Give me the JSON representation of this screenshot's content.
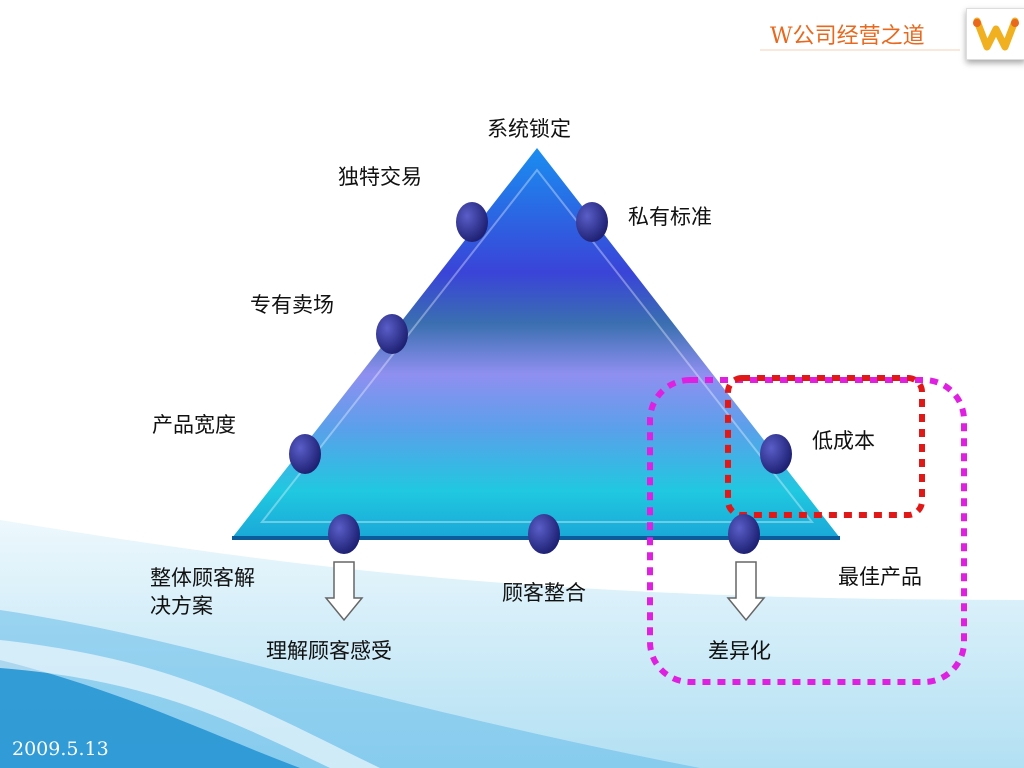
{
  "header": {
    "title": "W公司经营之道"
  },
  "footer": {
    "date": "2009.5.13"
  },
  "diagram": {
    "top": "系统锁定",
    "unique_trade": "独特交易",
    "private_standard": "私有标准",
    "exclusive_market": "专有卖场",
    "product_breadth": "产品宽度",
    "low_cost": "低成本",
    "total_solution": "整体顾客解决方案",
    "customer_integration": "顾客整合",
    "best_product": "最佳产品",
    "understand_customer": "理解顾客感受",
    "differentiation": "差异化"
  },
  "colors": {
    "accent": "#e8691e",
    "node": "#2b2d8a",
    "low_cost_frame": "#e01818",
    "best_product_frame": "#e020e0"
  }
}
